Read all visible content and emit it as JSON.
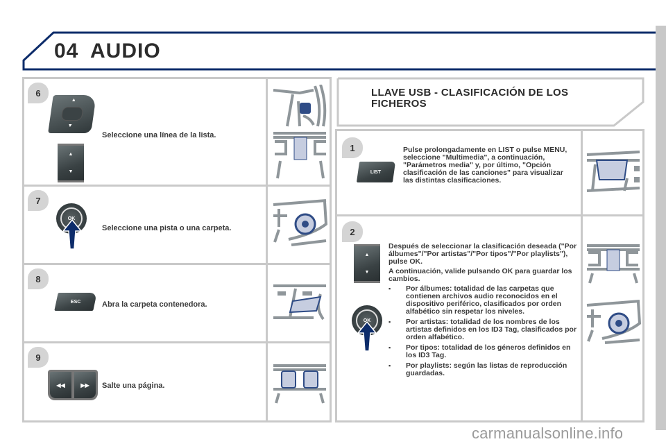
{
  "header": {
    "chapter_number": "04",
    "chapter_title": "AUDIO",
    "frame_color": "#0d2c6a"
  },
  "steps_left": [
    {
      "number": "6",
      "text": "Seleccione una línea de la lista.",
      "controls": [
        "scroll-wheel",
        "up-down-buttons"
      ]
    },
    {
      "number": "7",
      "text": "Seleccione una pista o una carpeta.",
      "controls": [
        "ok-button"
      ]
    },
    {
      "number": "8",
      "text": "Abra la carpeta contenedora.",
      "controls": [
        "esc-button"
      ],
      "button_label": "ESC"
    },
    {
      "number": "9",
      "text": "Salte una página.",
      "controls": [
        "rewind-forward-buttons"
      ],
      "rewind_label": "◀◀",
      "forward_label": "▶▶"
    }
  ],
  "usb_section": {
    "title": "LLAVE USB - CLASIFICACIÓN DE LOS FICHEROS",
    "step1": {
      "number": "1",
      "button_label": "LIST",
      "text": "Pulse prolongadamente en LIST o pulse MENU, seleccione \"Multimedia\", a continuación, \"Parámetros media\" y, por último, \"Opción clasificación de las canciones\" para visualizar las distintas clasificaciones."
    },
    "step2": {
      "number": "2",
      "ok_label": "OK",
      "intro": "Después de seleccionar la clasificación deseada (\"Por álbumes\"/\"Por artistas\"/\"Por tipos\"/\"Por playlists\"), pulse OK.",
      "confirm": "A continuación, valide pulsando OK para guardar los cambios.",
      "bullets": [
        "Por álbumes: totalidad de las carpetas que contienen archivos audio reconocidos en el dispositivo periférico, clasificados por orden alfabético sin respetar los niveles.",
        "Por artistas: totalidad de los nombres de los artistas definidos en los ID3 Tag, clasificados por orden alfabético.",
        "Por tipos: totalidad de los géneros definidos en los ID3 Tag.",
        "Por playlists: según las listas de reproducción guardadas."
      ]
    }
  },
  "labels": {
    "ok": "OK",
    "esc": "ESC",
    "list": "LIST",
    "up": "▲",
    "down": "▼"
  },
  "watermark": "carmanualsonline.info"
}
